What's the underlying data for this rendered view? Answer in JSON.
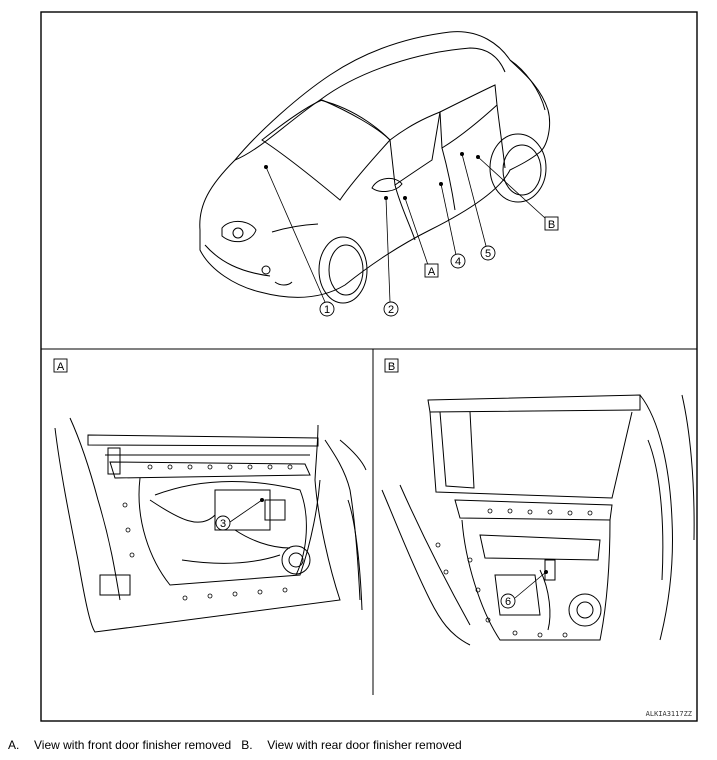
{
  "callouts": [
    "1",
    "2",
    "4",
    "5",
    "3",
    "6"
  ],
  "views": {
    "front": "A",
    "rear": "B"
  },
  "figure_code": "ALKIA3117ZZ",
  "legend": [
    {
      "key": "A.",
      "text": "View with front door finisher removed"
    },
    {
      "key": "B.",
      "text": "View with rear door finisher removed"
    }
  ]
}
